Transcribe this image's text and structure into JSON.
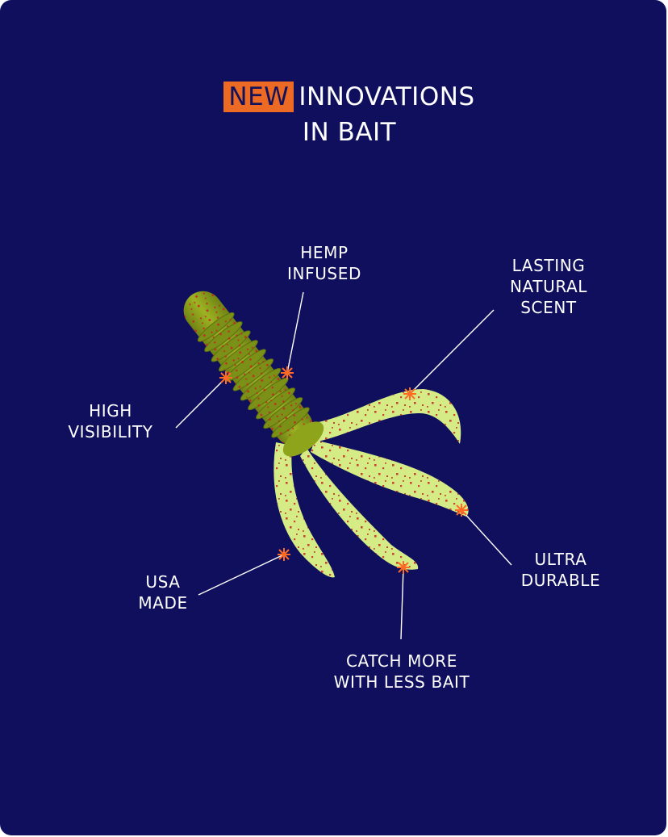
{
  "title": {
    "highlight": "NEW",
    "line1_rest": "INNOVATIONS",
    "line2": "IN BAIT"
  },
  "features": [
    {
      "id": "hemp",
      "lines": [
        "HEMP",
        "INFUSED"
      ]
    },
    {
      "id": "scent",
      "lines": [
        "LASTING",
        "NATURAL",
        "SCENT"
      ]
    },
    {
      "id": "visibility",
      "lines": [
        "HIGH",
        "VISIBILITY"
      ]
    },
    {
      "id": "durable",
      "lines": [
        "ULTRA",
        "DURABLE"
      ]
    },
    {
      "id": "usa",
      "lines": [
        "USA",
        "MADE"
      ]
    },
    {
      "id": "catch",
      "lines": [
        "CATCH MORE",
        "WITH LESS BAIT"
      ]
    }
  ],
  "colors": {
    "background": "#0f0f5e",
    "accent": "#ec6a24",
    "text": "#ffffff",
    "bait_body": "#8ea41a",
    "bait_tail": "#d4eb86",
    "flake": "#c42a22",
    "marker": "#ff6a24"
  },
  "icons": [
    "bait-illustration",
    "asterisk-marker-icon"
  ]
}
